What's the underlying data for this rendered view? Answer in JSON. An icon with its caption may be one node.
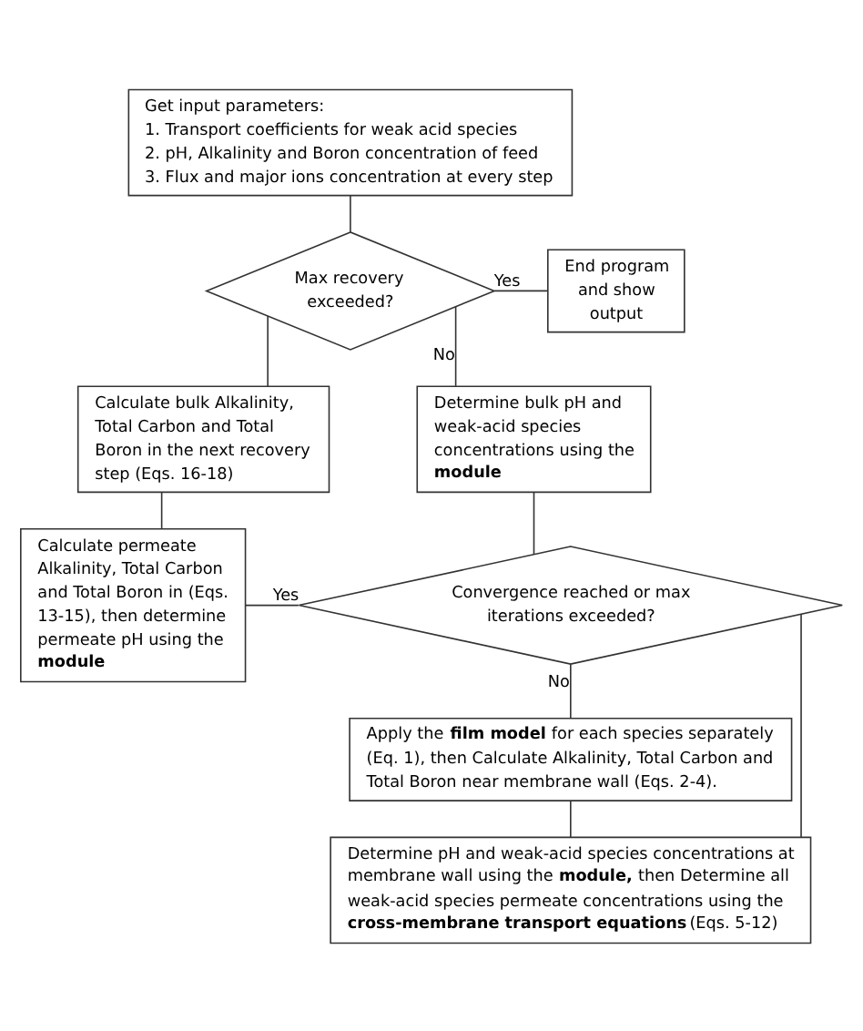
{
  "diagram": {
    "nodes": [
      {
        "text": [
          "Get input parameters:",
          "1. Transport coefficients for weak acid species",
          "2. pH, Alkalinity and Boron concentration of feed",
          "3. Flux and major ions concentration at every step"
        ]
      },
      {
        "text": [
          "Max recovery exceeded?"
        ]
      },
      {
        "text": [
          "End program and show output"
        ]
      },
      {
        "text": [
          "Calculate bulk Alkalinity, Total Carbon and Total Boron in the next recovery step (Eqs. 16-18)"
        ]
      },
      {
        "text": [
          "Determine bulk pH and weak-acid species concentrations using the **module**"
        ]
      },
      {
        "text": [
          "Calculate permeate Alkalinity, Total Carbon and Total Boron in (Eqs. 13-15), then determine permeate pH using the **module**"
        ]
      },
      {
        "text": [
          "Convergence reached or max iterations exceeded?"
        ]
      },
      {
        "text": [
          "Apply the **film model** for each species separately (Eq. 1), then Calculate Alkalinity, Total Carbon and Total Boron near membrane wall (Eqs. 2-4)."
        ]
      },
      {
        "text": [
          "Determine pH and weak-acid species concentrations at membrane wall using the **module,** then Determine all weak-acid species permeate concentrations using the **cross-membrane transport equations** (Eqs. 5-12)"
        ]
      }
    ],
    "edges": [
      {
        "from": 0,
        "to": 1,
        "arrow": "none"
      },
      {
        "from": 1,
        "to": 2,
        "arrow": "none",
        "label": "Yes"
      },
      {
        "from": 1,
        "to": 3,
        "arrow": "none"
      },
      {
        "from": 1,
        "to": 4,
        "arrow": "none",
        "label": "No"
      },
      {
        "from": 3,
        "to": 5,
        "arrow": "none"
      },
      {
        "from": 4,
        "to": 6,
        "arrow": "none"
      },
      {
        "from": 6,
        "to": 5,
        "arrow": "none",
        "label": "Yes"
      },
      {
        "from": 6,
        "to": 7,
        "arrow": "none",
        "label": "No"
      },
      {
        "from": 7,
        "to": 8,
        "arrow": "none"
      },
      {
        "from": 8,
        "to": 6,
        "arrow": "none"
      }
    ]
  }
}
